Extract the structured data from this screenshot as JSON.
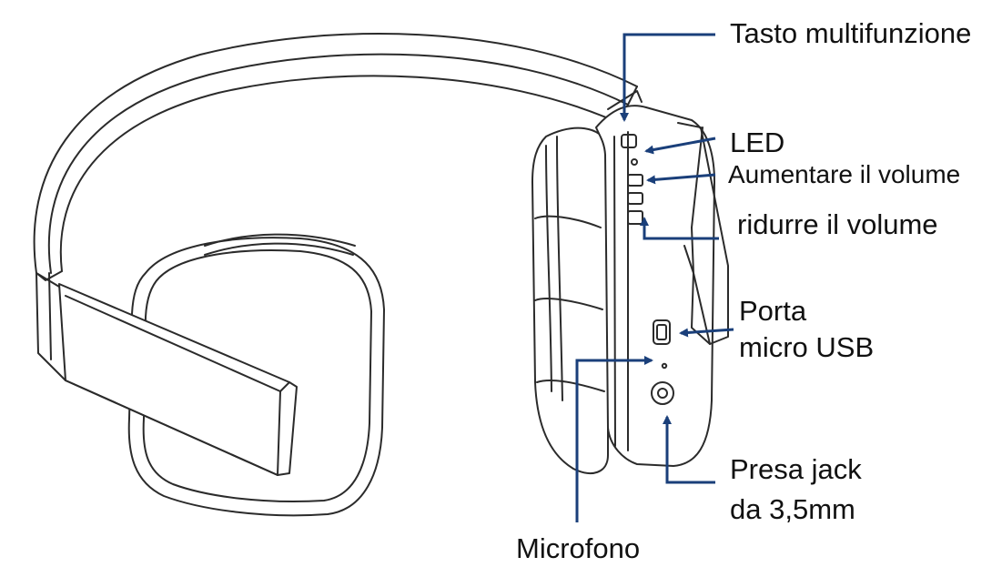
{
  "diagram": {
    "colors": {
      "line_art": "#2b2b2b",
      "callout": "#1a3f7a",
      "background": "#ffffff"
    },
    "labels": {
      "multifunction": "Tasto multifunzione",
      "led": "LED",
      "volume_up": "Aumentare il volume",
      "volume_down": "ridurre il volume",
      "usb_line1": "Porta",
      "usb_line2": "micro USB",
      "jack_line1": "Presa jack",
      "jack_line2": "da 3,5mm",
      "microphone": "Microfono"
    }
  }
}
